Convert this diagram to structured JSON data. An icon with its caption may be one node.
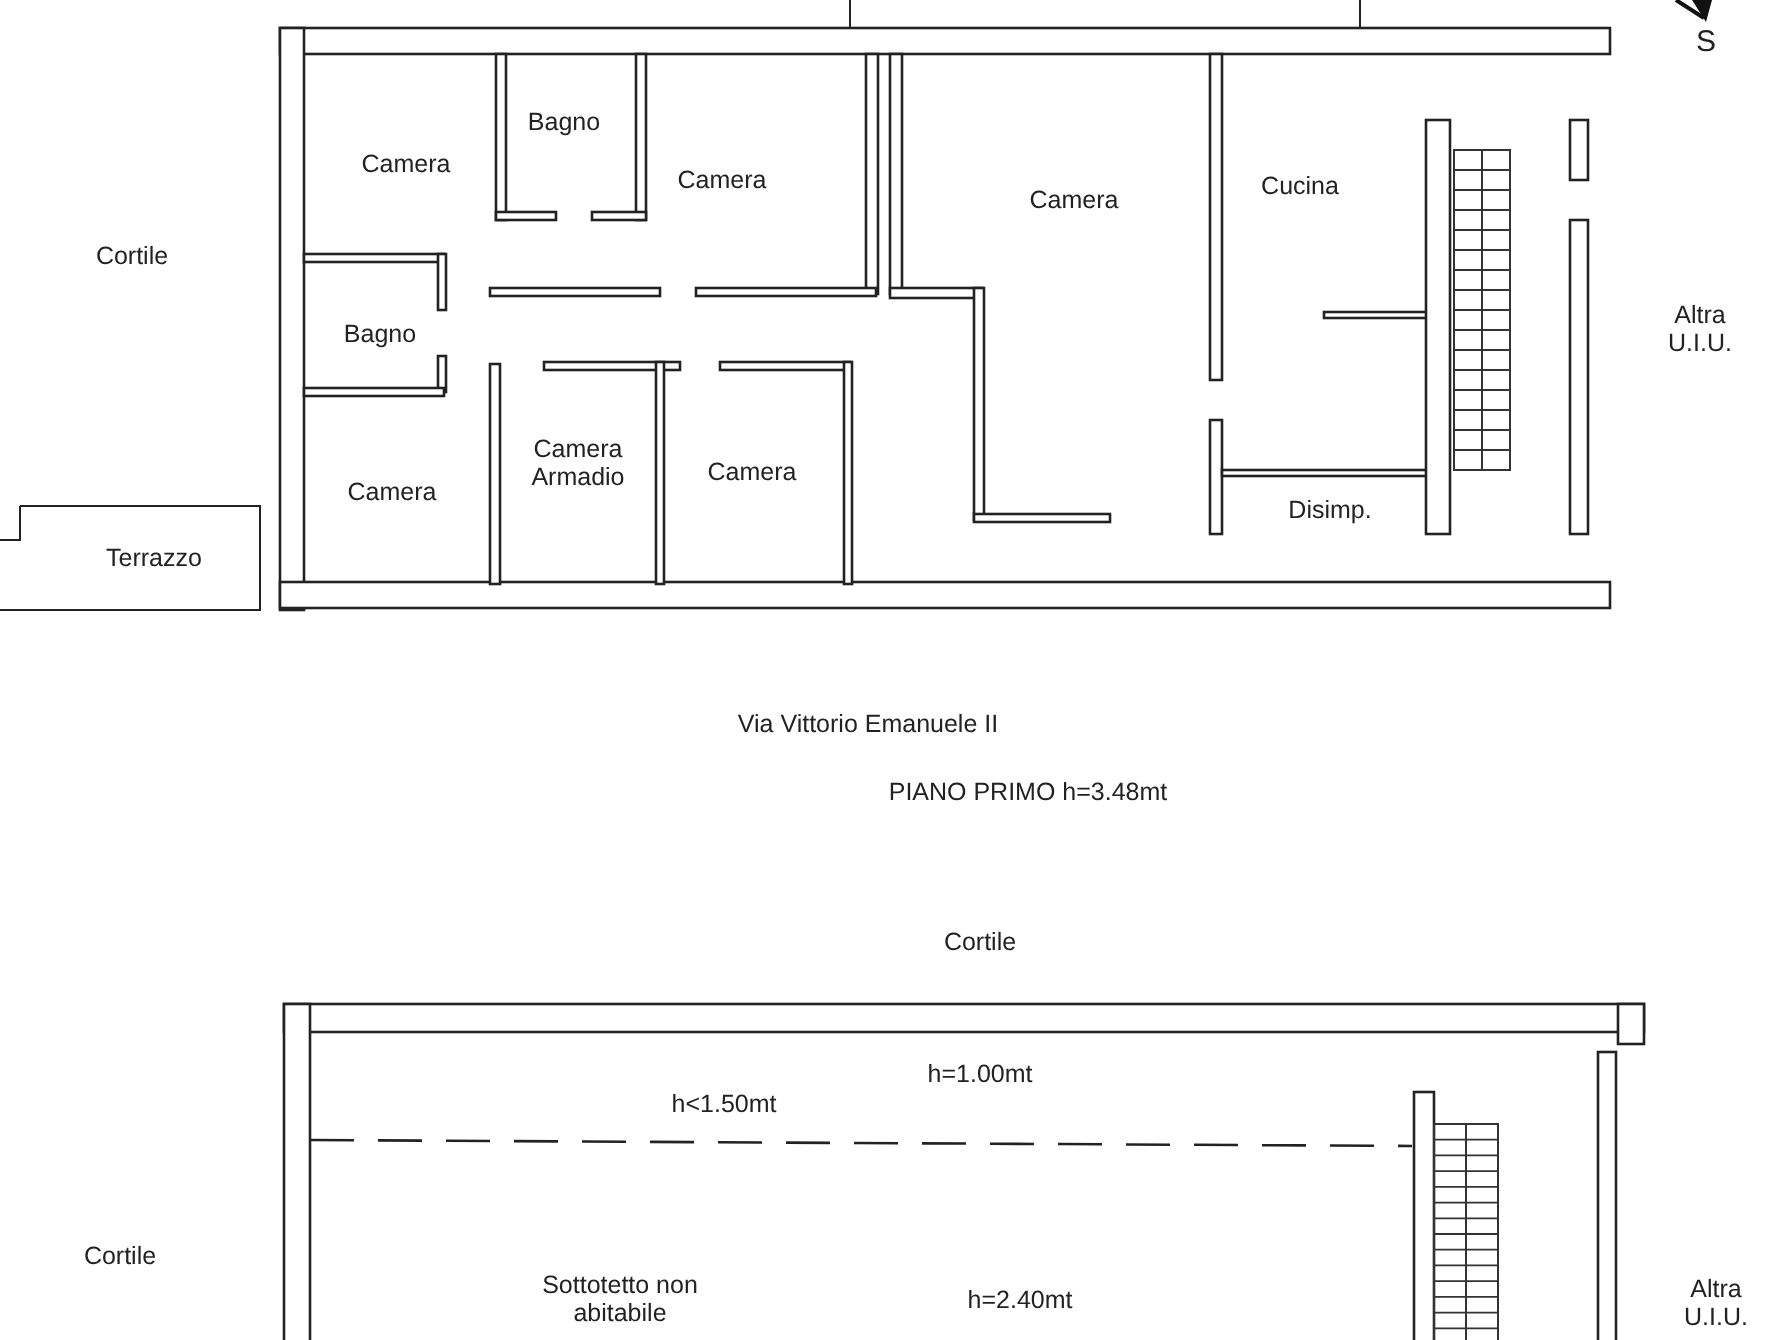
{
  "diagram": {
    "labels": [
      "S",
      "Cortile",
      "Camera",
      "Bagno",
      "Camera",
      "Camera",
      "Cucina",
      "Bagno",
      "Altra U.I.U.",
      "Camera Armadio",
      "Camera",
      "Camera",
      "Disimp.",
      "Terrazzo",
      "Via Vittorio Emanuele II",
      "PIANO PRIMO h=3.48mt",
      "Cortile",
      "h=1.00mt",
      "h<1.50mt",
      "Cortile",
      "Sottotetto non abitabile",
      "h=2.40mt",
      "Altra U.I.U."
    ]
  }
}
